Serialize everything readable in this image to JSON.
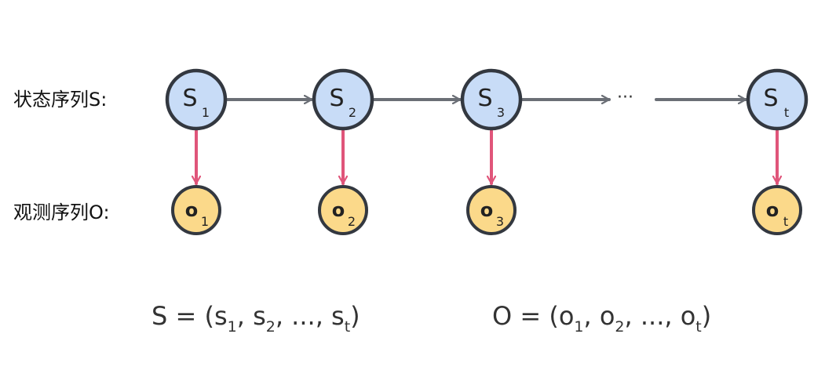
{
  "labels": {
    "state_row": "状态序列S:",
    "obs_row": "观测序列O:",
    "chain_ellipsis": "···"
  },
  "states": [
    {
      "letter": "S",
      "sub": "1"
    },
    {
      "letter": "S",
      "sub": "2"
    },
    {
      "letter": "S",
      "sub": "3"
    },
    {
      "letter": "S",
      "sub": "t"
    }
  ],
  "observations": [
    {
      "letter": "o",
      "sub": "1"
    },
    {
      "letter": "o",
      "sub": "2"
    },
    {
      "letter": "o",
      "sub": "3"
    },
    {
      "letter": "o",
      "sub": "t"
    }
  ],
  "formulas": {
    "states": {
      "lhs": "S = (",
      "items": [
        {
          "base": "s",
          "sub": "1",
          "sep": ", "
        },
        {
          "base": "s",
          "sub": "2",
          "sep": ", ..., "
        },
        {
          "base": "s",
          "sub": "t",
          "sep": ")"
        }
      ]
    },
    "observations": {
      "lhs": "O = (",
      "items": [
        {
          "base": "o",
          "sub": "1",
          "sep": ", "
        },
        {
          "base": "o",
          "sub": "2",
          "sep": ", ..., "
        },
        {
          "base": "o",
          "sub": "t",
          "sep": ")"
        }
      ]
    }
  },
  "colors": {
    "state_fill": "#c8dcf7",
    "obs_fill": "#fbd98a",
    "node_stroke": "#333840",
    "chain_arrow": "#6b6f76",
    "emit_arrow": "#e0557a"
  }
}
